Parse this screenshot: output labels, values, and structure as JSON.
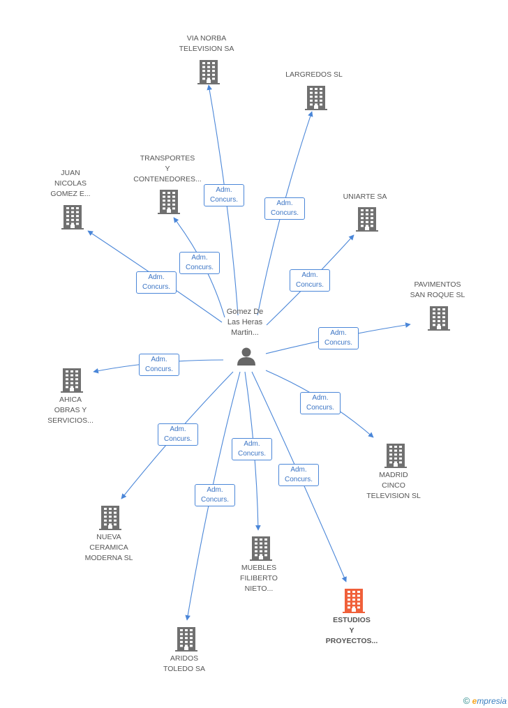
{
  "center": {
    "lines": [
      "Gomez De",
      "Las Heras",
      "Martin..."
    ],
    "icon": "person-icon"
  },
  "relation_label": [
    "Adm.",
    "Concurs."
  ],
  "colors": {
    "edge": "#4a86d8",
    "building": "#707070",
    "building_highlight": "#f0603a",
    "person": "#666666"
  },
  "companies": [
    {
      "id": "via-norba",
      "lines": [
        "VIA NORBA",
        "TELEVISION SA"
      ],
      "highlight": false
    },
    {
      "id": "largredos",
      "lines": [
        "LARGREDOS SL"
      ],
      "highlight": false
    },
    {
      "id": "transportes",
      "lines": [
        "TRANSPORTES",
        "Y",
        "CONTENEDORES..."
      ],
      "highlight": false
    },
    {
      "id": "juan-nicolas",
      "lines": [
        "JUAN",
        "NICOLAS",
        "GOMEZ E..."
      ],
      "highlight": false
    },
    {
      "id": "uniarte",
      "lines": [
        "UNIARTE SA"
      ],
      "highlight": false
    },
    {
      "id": "pavimentos",
      "lines": [
        "PAVIMENTOS",
        "SAN ROQUE SL"
      ],
      "highlight": false
    },
    {
      "id": "ahica",
      "lines": [
        "AHICA",
        "OBRAS Y",
        "SERVICIOS..."
      ],
      "highlight": false
    },
    {
      "id": "madrid-cinco",
      "lines": [
        "MADRID",
        "CINCO",
        "TELEVISION SL"
      ],
      "highlight": false
    },
    {
      "id": "nueva-ceramica",
      "lines": [
        "NUEVA",
        "CERAMICA",
        "MODERNA SL"
      ],
      "highlight": false
    },
    {
      "id": "muebles",
      "lines": [
        "MUEBLES",
        "FILIBERTO",
        "NIETO..."
      ],
      "highlight": false
    },
    {
      "id": "estudios",
      "lines": [
        "ESTUDIOS",
        "Y",
        "PROYECTOS..."
      ],
      "highlight": true
    },
    {
      "id": "aridos",
      "lines": [
        "ARIDOS",
        "TOLEDO SA"
      ],
      "highlight": false
    }
  ],
  "footer": {
    "copyright_symbol": "©",
    "brand_initial": "e",
    "brand_rest": "mpresia"
  }
}
